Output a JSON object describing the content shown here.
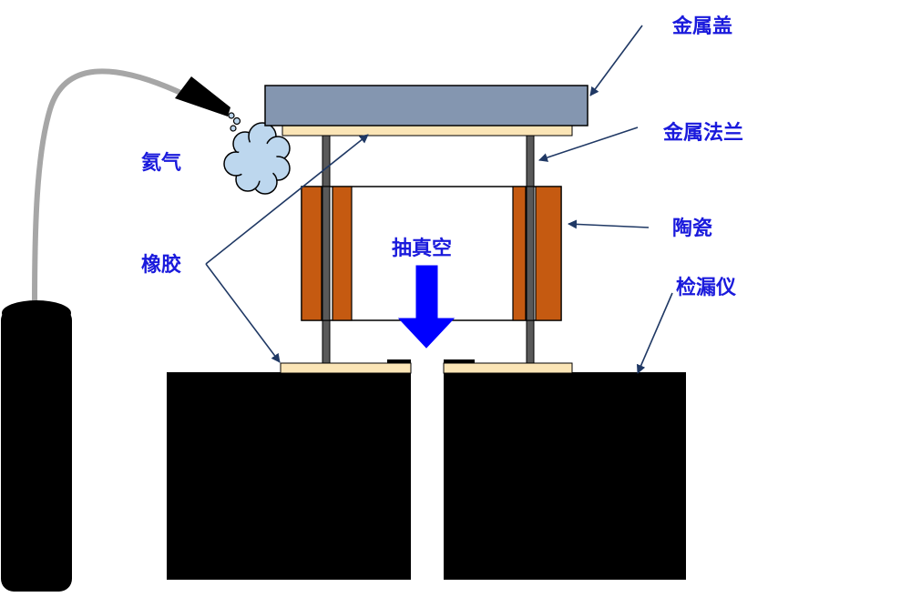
{
  "labels": {
    "metal_lid": "金属盖",
    "metal_flange": "金属法兰",
    "ceramic": "陶瓷",
    "leak_detector": "检漏仪",
    "helium": "氦气",
    "rubber": "橡胶",
    "vacuum": "抽真空"
  },
  "colors": {
    "label_text": "#1a1adc",
    "leader_line": "#1f3864",
    "metal_lid": "#8496b0",
    "rubber": "#fbe5b6",
    "ceramic": "#c55a11",
    "rod": "#595959",
    "detector": "#000000",
    "vacuum_arrow": "#0000ff",
    "helium_cloud": "#bdd7ee",
    "hose": "#a6a6a6"
  }
}
